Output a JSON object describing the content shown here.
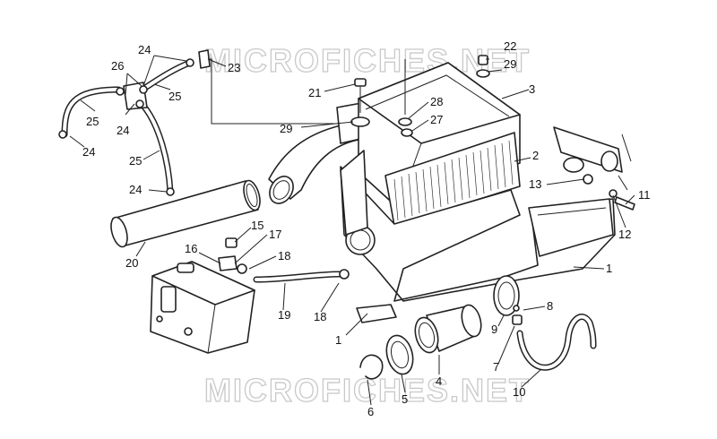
{
  "watermark": "MICROFICHES.NET",
  "callouts": [
    {
      "id": "c22",
      "text": "22"
    },
    {
      "id": "c29a",
      "text": "29"
    },
    {
      "id": "c3",
      "text": "3"
    },
    {
      "id": "c21",
      "text": "21"
    },
    {
      "id": "c28",
      "text": "28"
    },
    {
      "id": "c27",
      "text": "27"
    },
    {
      "id": "c29b",
      "text": "29"
    },
    {
      "id": "c2",
      "text": "2"
    },
    {
      "id": "c13",
      "text": "13"
    },
    {
      "id": "c11",
      "text": "11"
    },
    {
      "id": "c12",
      "text": "12"
    },
    {
      "id": "c1a",
      "text": "1"
    },
    {
      "id": "c24a",
      "text": "24"
    },
    {
      "id": "c23",
      "text": "23"
    },
    {
      "id": "c26",
      "text": "26"
    },
    {
      "id": "c25a",
      "text": "25"
    },
    {
      "id": "c25b",
      "text": "25"
    },
    {
      "id": "c24b",
      "text": "24"
    },
    {
      "id": "c24c",
      "text": "24"
    },
    {
      "id": "c25c",
      "text": "25"
    },
    {
      "id": "c24d",
      "text": "24"
    },
    {
      "id": "c15",
      "text": "15"
    },
    {
      "id": "c17",
      "text": "17"
    },
    {
      "id": "c16",
      "text": "16"
    },
    {
      "id": "c18a",
      "text": "18"
    },
    {
      "id": "c20",
      "text": "20"
    },
    {
      "id": "c19",
      "text": "19"
    },
    {
      "id": "c18b",
      "text": "18"
    },
    {
      "id": "c1b",
      "text": "1"
    },
    {
      "id": "c9",
      "text": "9"
    },
    {
      "id": "c8",
      "text": "8"
    },
    {
      "id": "c7",
      "text": "7"
    },
    {
      "id": "c10",
      "text": "10"
    },
    {
      "id": "c4",
      "text": "4"
    },
    {
      "id": "c5",
      "text": "5"
    },
    {
      "id": "c6",
      "text": "6"
    }
  ]
}
